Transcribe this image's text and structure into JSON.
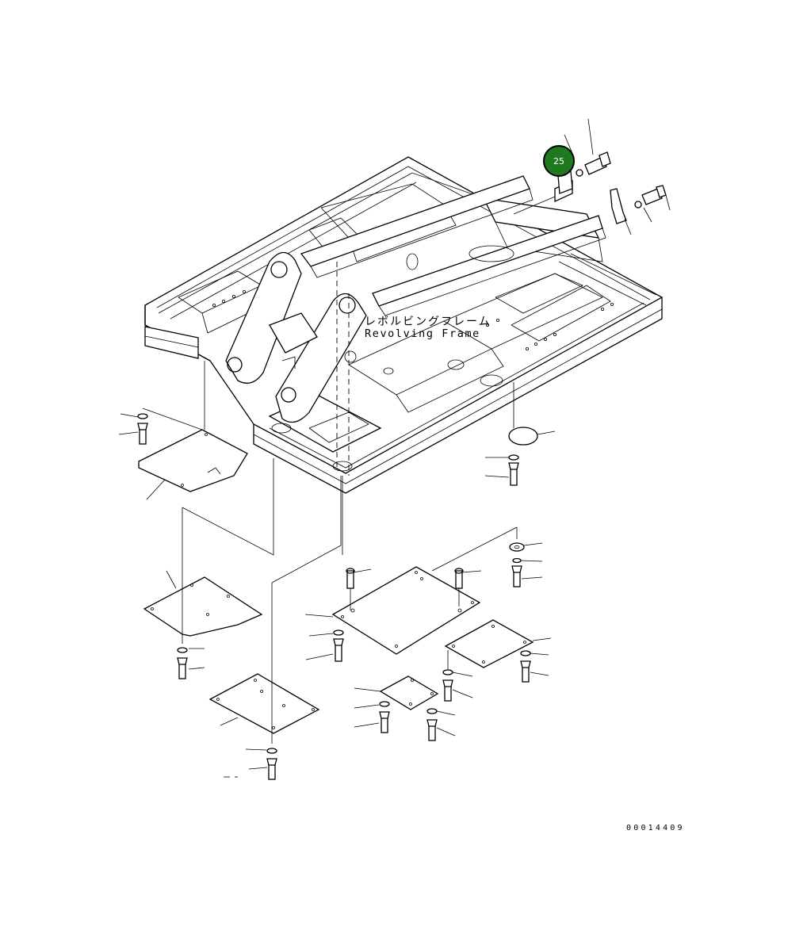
{
  "diagram": {
    "label_jp": "レボルビングフレーム",
    "label_en": "Revolving Frame",
    "drawing_number": "00014409",
    "callout": {
      "number": "25",
      "color": "#1f7a1f"
    }
  }
}
